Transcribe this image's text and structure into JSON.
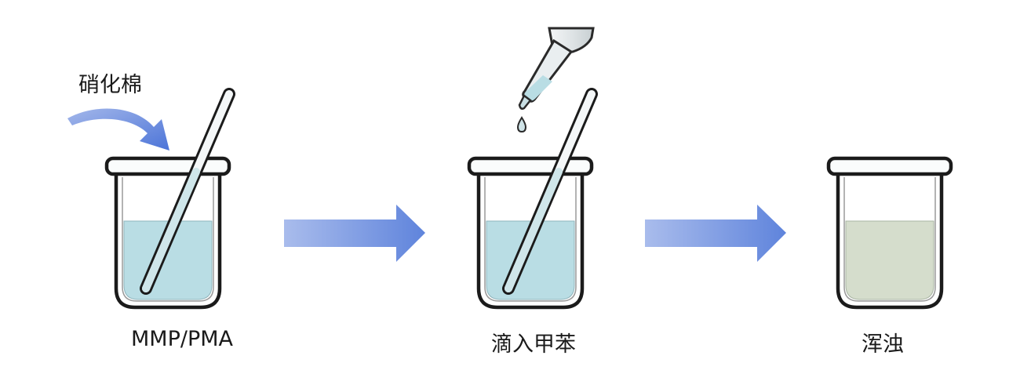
{
  "steps": [
    {
      "label": "MMP/PMA",
      "liquid_color": "#b9dde4"
    },
    {
      "label": "滴入甲苯",
      "liquid_color": "#b9dde4"
    },
    {
      "label": "浑浊",
      "liquid_color": "#d5ddcc"
    }
  ],
  "annotation": {
    "label": "硝化棉"
  },
  "colors": {
    "arrow": "#6f8fdc",
    "arrow_light": "#b8c8ee",
    "glass_outline": "#1b1b1b",
    "glass_fill": "#fafcfc"
  }
}
